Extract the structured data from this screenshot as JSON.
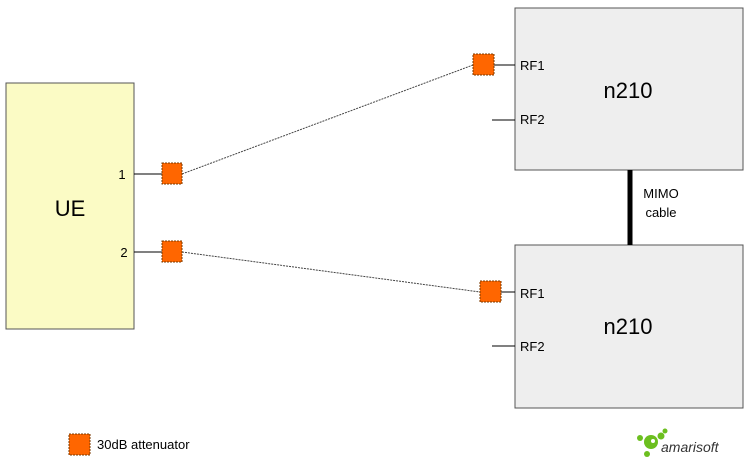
{
  "ue": {
    "label": "UE",
    "ports": [
      "1",
      "2"
    ]
  },
  "radios": [
    {
      "label": "n210",
      "ports": [
        "RF1",
        "RF2"
      ]
    },
    {
      "label": "n210",
      "ports": [
        "RF1",
        "RF2"
      ]
    }
  ],
  "mimo_cable": {
    "line1": "MIMO",
    "line2": "cable"
  },
  "legend": {
    "attenuator_label": "30dB attenuator"
  },
  "logo": {
    "text": "amarisoft"
  },
  "colors": {
    "ue_fill": "#fbfbc5",
    "radio_fill": "#eeeeee",
    "attenuator_fill": "#ff6600",
    "logo_green": "#6cbf1f"
  }
}
